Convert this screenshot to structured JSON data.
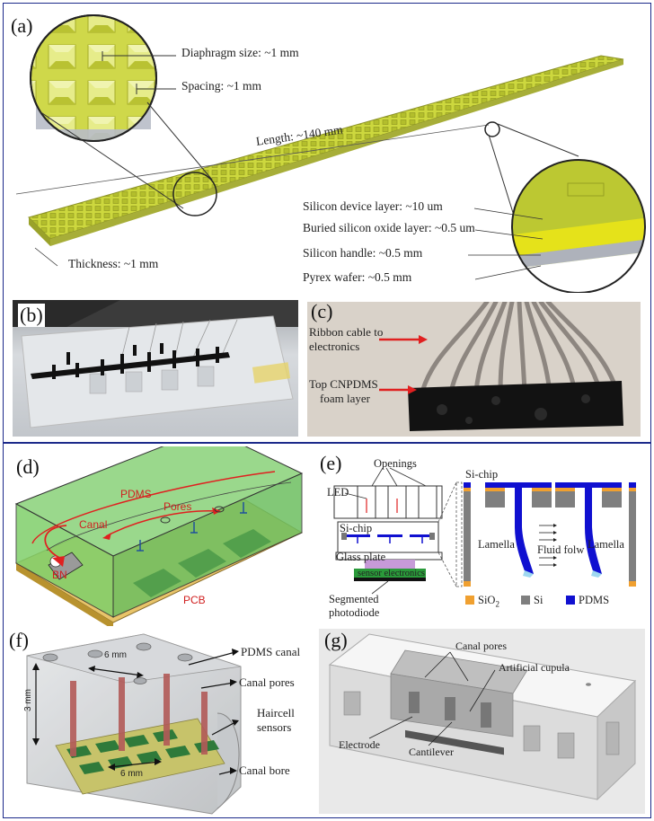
{
  "panel_a": {
    "label": "(a)",
    "diaphragm": "Diaphragm size: ~1 mm",
    "spacing": "Spacing: ~1 mm",
    "length": "Length: ~140 mm",
    "thickness": "Thickness: ~1 mm",
    "layer_device": "Silicon device layer: ~10 um",
    "layer_oxide": "Buried silicon oxide layer: ~0.5 um",
    "layer_handle": "Silicon handle: ~0.5 mm",
    "layer_pyrex": "Pyrex wafer: ~0.5 mm"
  },
  "panel_b": {
    "label": "(b)"
  },
  "panel_c": {
    "label": "(c)",
    "ribbon_1": "Ribbon cable to",
    "ribbon_2": "electronics",
    "foam_1": "Top CNPDMS",
    "foam_2": "foam layer"
  },
  "panel_d": {
    "label": "(d)",
    "pdms": "PDMS",
    "canal": "Canal",
    "pores": "Pores",
    "bn": "BN",
    "pcb": "PCB"
  },
  "panel_e": {
    "label": "(e)",
    "openings": "Openings",
    "led": "LED",
    "si_chip_left": "Si-chip",
    "si_chip_right": "Si-chip",
    "glass_plate": "Glass plate",
    "sensor_electronics": "sensor electronics",
    "photodiode_1": "Segmented",
    "photodiode_2": "photodiode",
    "lamella_left": "Lamella",
    "lamella_right": "Lamella",
    "fluid_flow": "Fluid folw",
    "legend_sio2": "SiO",
    "legend_sio2_sub": "2",
    "legend_si": "Si",
    "legend_pdms": "PDMS"
  },
  "panel_f": {
    "label": "(f)",
    "spacing_top": "6 mm",
    "spacing_bottom": "6 mm",
    "height": "3 mm",
    "pdms_canal": "PDMS canal",
    "canal_pores": "Canal pores",
    "haircell_1": "Haircell",
    "haircell_2": "sensors",
    "canal_bore": "Canal bore"
  },
  "panel_g": {
    "label": "(g)",
    "canal_pores": "Canal pores",
    "cupula": "Artificial cupula",
    "electrode": "Electrode",
    "cantilever": "Cantilever"
  },
  "colors": {
    "frame": "#1c2a8a",
    "strip": "#c8d23a",
    "pdms_green": "#7fcf6a",
    "sio2": "#f0a030",
    "si": "#7f7f7f",
    "pdms_blue": "#1010d0",
    "red": "#e02020"
  }
}
